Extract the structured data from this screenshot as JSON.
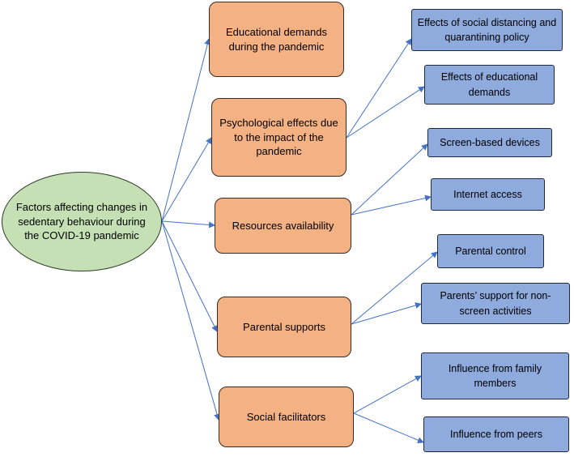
{
  "colors": {
    "root_fill": "#c5e0b4",
    "factor_fill": "#f4b183",
    "subfactor_fill": "#8faadc",
    "arrow": "#4472c4"
  },
  "root": {
    "label": "Factors affecting changes in sedentary behaviour during the COVID-19 pandemic"
  },
  "factors": [
    {
      "label": "Educational demands during the pandemic"
    },
    {
      "label": "Psychological effects due to the impact of the pandemic"
    },
    {
      "label": "Resources availability"
    },
    {
      "label": "Parental supports"
    },
    {
      "label": "Social facilitators"
    }
  ],
  "subfactors": [
    {
      "label": "Effects of social distancing and quarantining policy"
    },
    {
      "label": "Effects of educational demands"
    },
    {
      "label": "Screen-based devices"
    },
    {
      "label": "Internet access"
    },
    {
      "label": "Parental control"
    },
    {
      "label": "Parents’ support for non-screen activities"
    },
    {
      "label": "Influence from family members"
    },
    {
      "label": "Influence from peers"
    }
  ]
}
